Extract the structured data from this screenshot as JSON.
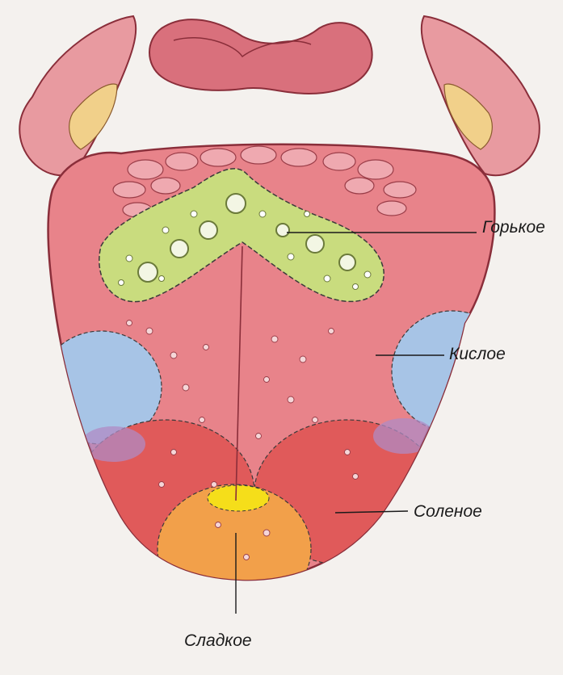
{
  "diagram": {
    "labels": {
      "bitter": "Горькое",
      "sour": "Кислое",
      "salty": "Соленое",
      "sweet": "Сладкое"
    },
    "zone_colors": {
      "tongue": "#e8838a",
      "bitter": "#c9dc7e",
      "sour": "#a7c4e6",
      "salty": "#e05a5a",
      "sweet": "#f2a04a",
      "sweet_tip": "#f5de1a",
      "overlap": "#b08bc4"
    }
  }
}
